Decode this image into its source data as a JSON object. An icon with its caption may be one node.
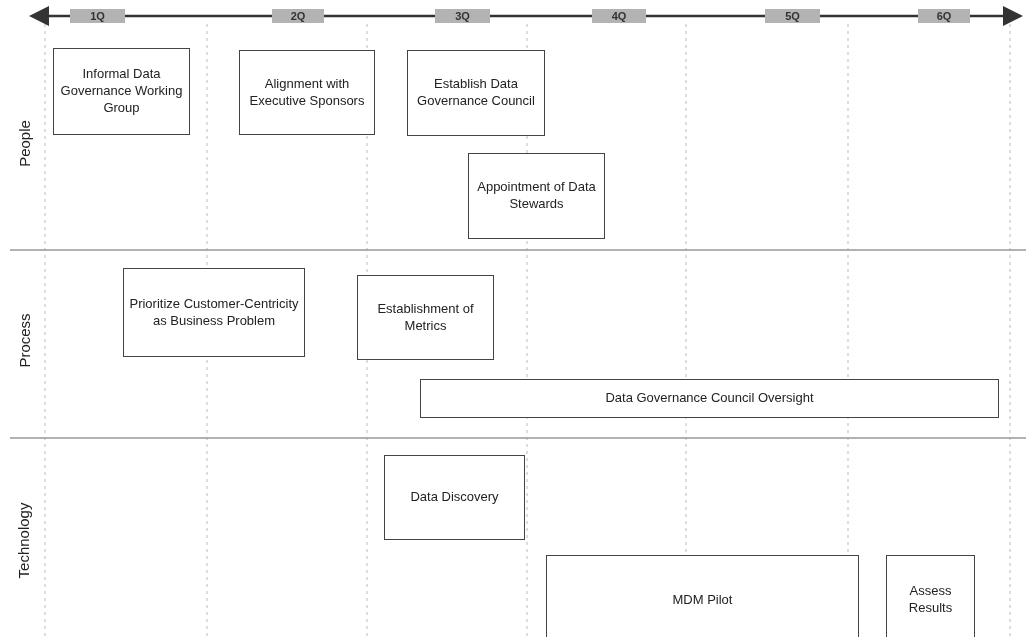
{
  "diagram": {
    "nodes": [
      {
        "text": [
          "1Q"
        ]
      },
      {
        "text": [
          "2Q"
        ]
      },
      {
        "text": [
          "3Q"
        ]
      },
      {
        "text": [
          "4Q"
        ]
      },
      {
        "text": [
          "5Q"
        ]
      },
      {
        "text": [
          "6Q"
        ]
      },
      {
        "text": [
          "Informal Data Governance Working Group"
        ]
      },
      {
        "text": [
          "Alignment with Executive Sponsors"
        ]
      },
      {
        "text": [
          "Establish Data Governance Council"
        ]
      },
      {
        "text": [
          "Appointment of Data Stewards"
        ]
      },
      {
        "text": [
          "Prioritize Customer-Centricity as Business Problem"
        ]
      },
      {
        "text": [
          "Establishment of Metrics"
        ]
      },
      {
        "text": [
          "Data Governance Council Oversight"
        ]
      },
      {
        "text": [
          "Data Discovery"
        ]
      },
      {
        "text": [
          "MDM Pilot"
        ]
      },
      {
        "text": [
          "Assess Results"
        ]
      }
    ],
    "edges": [],
    "labels": [
      "People",
      "Process",
      "Technology"
    ]
  }
}
